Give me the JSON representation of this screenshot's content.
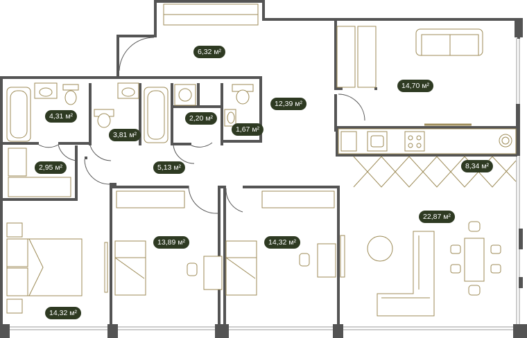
{
  "colors": {
    "wall": "#545454",
    "furniture": "#9c8a55",
    "furniture_fill": "#ffffff",
    "badge": "#2e3a22",
    "badge_text": "#ffffff",
    "window": "#9a9a9a"
  },
  "rooms": [
    {
      "id": "room-hall-top",
      "area": "6,32 м²"
    },
    {
      "id": "room-living-upper",
      "area": "14,70 м²"
    },
    {
      "id": "room-bath-1",
      "area": "4,31 м²"
    },
    {
      "id": "room-bath-2",
      "area": "3,81 м²"
    },
    {
      "id": "room-laundry",
      "area": "2,20 м²"
    },
    {
      "id": "room-wc",
      "area": "1,67 м²"
    },
    {
      "id": "room-corridor",
      "area": "12,39 м²"
    },
    {
      "id": "room-closet",
      "area": "2,95 м²"
    },
    {
      "id": "room-hall-small",
      "area": "5,13 м²"
    },
    {
      "id": "room-kitchen",
      "area": "8,34 м²"
    },
    {
      "id": "room-bedroom-master",
      "area": "14,32 м²"
    },
    {
      "id": "room-bedroom-2",
      "area": "13,89 м²"
    },
    {
      "id": "room-bedroom-3",
      "area": "14,32 м²"
    },
    {
      "id": "room-living-main",
      "area": "22,87 м²"
    }
  ]
}
